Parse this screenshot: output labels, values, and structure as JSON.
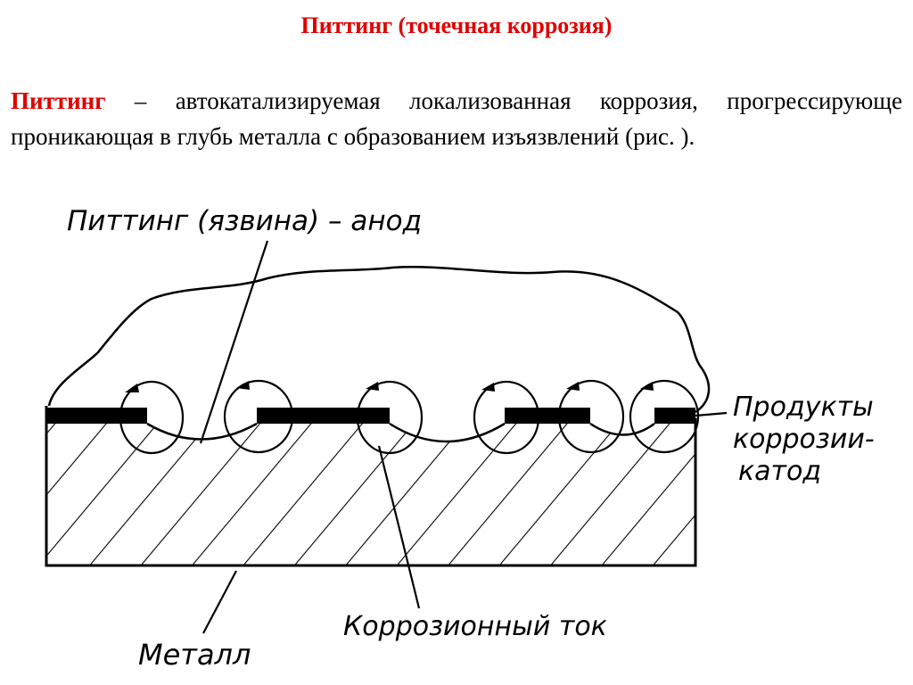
{
  "title": "Питтинг (точечная коррозия)",
  "paragraph": {
    "term": "Питтинг",
    "text": " – автокатализируемая локализованная коррозия, прогрессирующе проникающая в глубь металла с образованием изъязвлений (рис. )."
  },
  "diagram": {
    "label_pit": "Питтинг (язвина) – анод",
    "label_products": [
      "Продукты",
      "коррозии-",
      "катод"
    ],
    "label_current": "Коррозионный ток",
    "label_metal": "Металл"
  },
  "colors": {
    "accent": "#e00000"
  }
}
